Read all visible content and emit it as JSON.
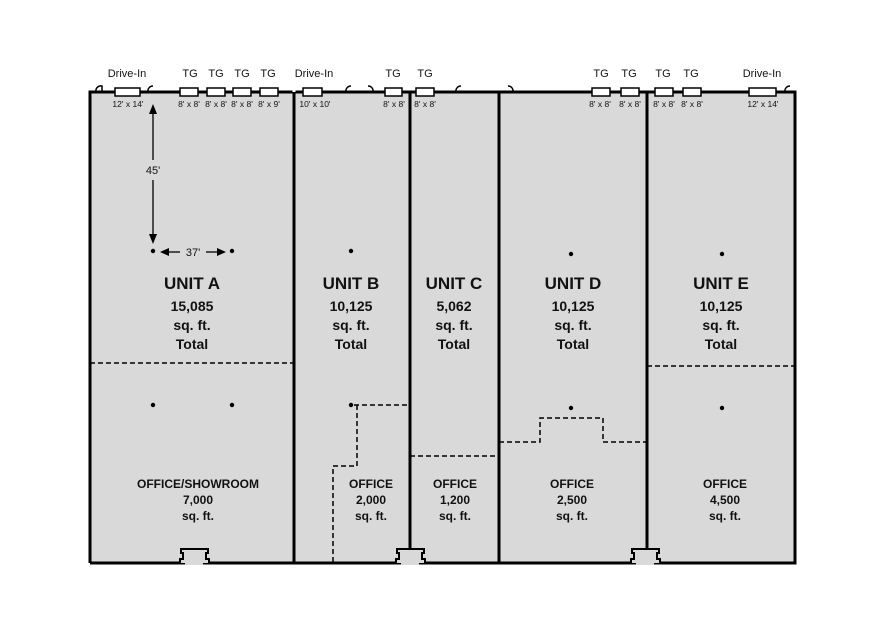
{
  "colors": {
    "floor": "#d9d9d9",
    "wall": "#000000"
  },
  "doors": [
    {
      "type": "Drive-In",
      "size": "12' x 14'"
    },
    {
      "type": "TG",
      "size": "8' x 8'"
    },
    {
      "type": "TG",
      "size": "8' x 8'"
    },
    {
      "type": "TG",
      "size": "8' x 8'"
    },
    {
      "type": "TG",
      "size": "8' x 9'"
    },
    {
      "type": "Drive-In",
      "size": "10' x 10'"
    },
    {
      "type": "TG",
      "size": "8' x 8'"
    },
    {
      "type": "TG",
      "size": "8' x 8'"
    },
    {
      "type": "TG",
      "size": "8' x 8'"
    },
    {
      "type": "TG",
      "size": "8' x 8'"
    },
    {
      "type": "TG",
      "size": "8' x 8'"
    },
    {
      "type": "TG",
      "size": "8' x 8'"
    },
    {
      "type": "Drive-In",
      "size": "12' x 14'"
    }
  ],
  "dimensions": {
    "depth": "45'",
    "spacing": "37'"
  },
  "units": [
    {
      "name": "UNIT A",
      "area": "15,085",
      "unit": "sq. ft.",
      "total": "Total",
      "office_label": "OFFICE/SHOWROOM",
      "office_area": "7,000",
      "office_unit": "sq. ft."
    },
    {
      "name": "UNIT B",
      "area": "10,125",
      "unit": "sq. ft.",
      "total": "Total",
      "office_label": "OFFICE",
      "office_area": "2,000",
      "office_unit": "sq. ft."
    },
    {
      "name": "UNIT C",
      "area": "5,062",
      "unit": "sq. ft.",
      "total": "Total",
      "office_label": "OFFICE",
      "office_area": "1,200",
      "office_unit": "sq. ft."
    },
    {
      "name": "UNIT D",
      "area": "10,125",
      "unit": "sq. ft.",
      "total": "Total",
      "office_label": "OFFICE",
      "office_area": "2,500",
      "office_unit": "sq. ft."
    },
    {
      "name": "UNIT E",
      "area": "10,125",
      "unit": "sq. ft.",
      "total": "Total",
      "office_label": "OFFICE",
      "office_area": "4,500",
      "office_unit": "sq. ft."
    }
  ]
}
